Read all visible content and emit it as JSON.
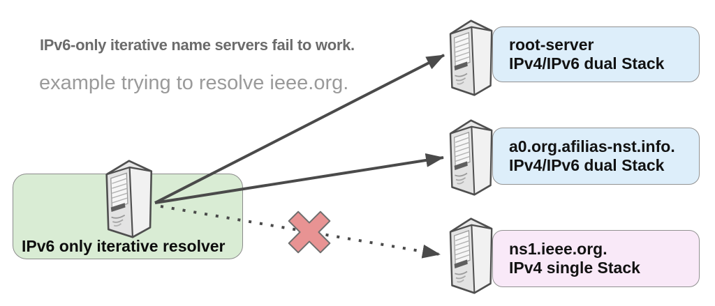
{
  "header": {
    "title": "IPv6-only iterative name servers fail to work.",
    "subtitle": "example trying to resolve ieee.org."
  },
  "resolver": {
    "label": "IPv6 only iterative resolver",
    "box_color": "#d9ecd4"
  },
  "servers": [
    {
      "name": "root-server",
      "stack": "IPv4/IPv6 dual Stack",
      "box_color": "#ddeefa"
    },
    {
      "name": "a0.org.afilias-nst.info.",
      "stack": "IPv4/IPv6 dual Stack",
      "box_color": "#ddeefa"
    },
    {
      "name": "ns1.ieee.org.",
      "stack": "IPv4 single Stack",
      "box_color": "#f9e9f8"
    }
  ],
  "connections": [
    {
      "from": "IPv6 only iterative resolver",
      "to": "root-server",
      "line": "solid",
      "result": "reachable"
    },
    {
      "from": "IPv6 only iterative resolver",
      "to": "a0.org.afilias-nst.info.",
      "line": "solid",
      "result": "reachable"
    },
    {
      "from": "IPv6 only iterative resolver",
      "to": "ns1.ieee.org.",
      "line": "dotted",
      "result": "failed"
    }
  ],
  "colors": {
    "title_text": "#6b6b6b",
    "subtitle_text": "#9a9a9a",
    "arrow": "#4a4a4a",
    "fail_x_fill": "#e89393",
    "fail_x_border": "#6e6e6e",
    "box_border": "#919191",
    "background": "#ffffff"
  }
}
